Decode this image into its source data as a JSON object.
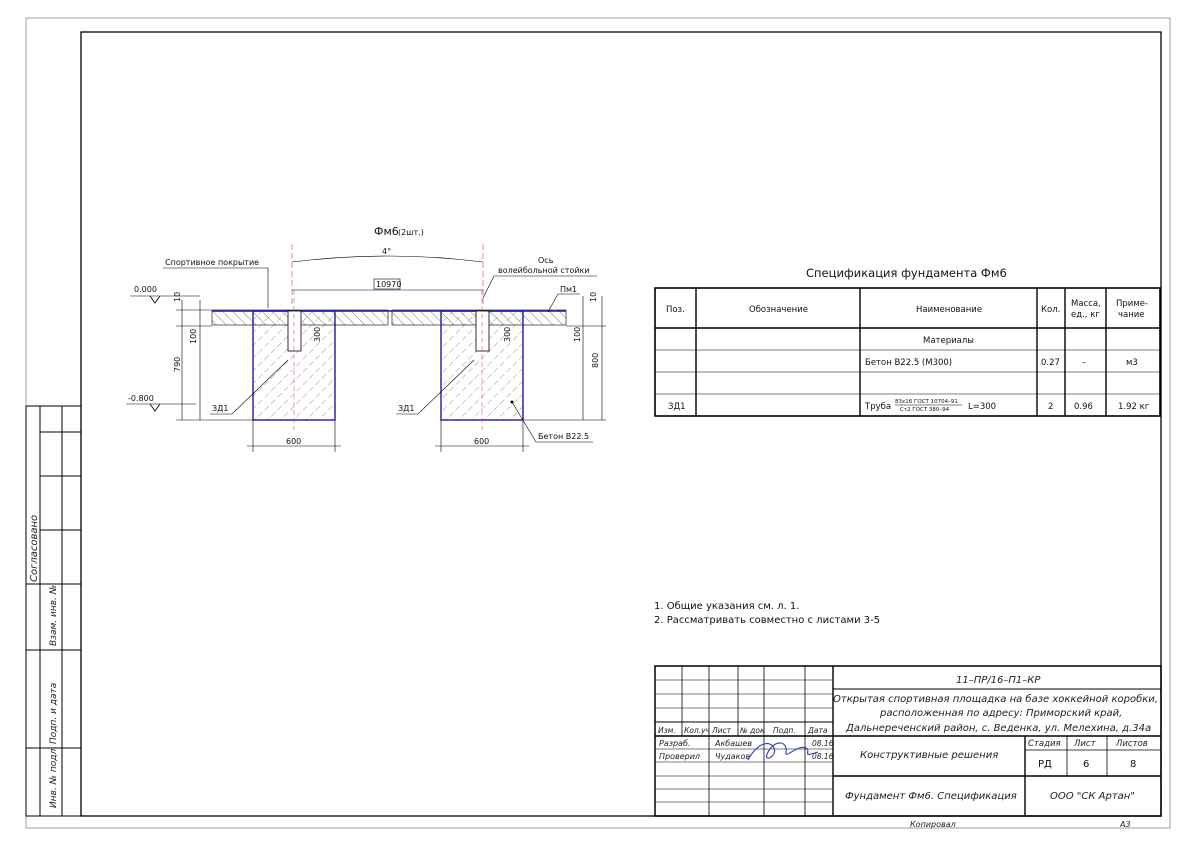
{
  "drawing": {
    "title": "Фм6",
    "title_suffix": "(2шт.)",
    "angle": "4°",
    "span": "10970",
    "label_surface": "Спортивное покрытие",
    "label_axis_1": "Ось",
    "label_axis_2": "волейбольной стойки",
    "label_pm": "Пм1",
    "label_zd_left": "ЗД1",
    "label_zd_right": "ЗД1",
    "label_concrete": "Бетон B22.5",
    "level_top": "0.000",
    "level_bottom": "-0.800",
    "dim_10_left": "10",
    "dim_100_left": "100",
    "dim_790": "790",
    "dim_300_left": "300",
    "dim_300_right": "300",
    "dim_100_right": "100",
    "dim_10_right": "10",
    "dim_800": "800",
    "dim_600_left": "600",
    "dim_600_right": "600"
  },
  "spec": {
    "title": "Спецификация фундамента Фм6",
    "headers": [
      "Поз.",
      "Обозначение",
      "Наименование",
      "Кол.",
      "Масса, ед., кг",
      "Приме- чание"
    ],
    "header_mass_1": "Масса,",
    "header_mass_2": "ед., кг",
    "header_note_1": "Приме-",
    "header_note_2": "чание",
    "section": "Материалы",
    "row_concrete": {
      "pos": "",
      "designation": "",
      "name": "Бетон B22.5 (М300)",
      "qty": "0.27",
      "mass": "–",
      "note": "м3"
    },
    "row_pipe": {
      "pos": "ЗД1",
      "designation": "",
      "name_prefix": "Труба",
      "frac_top": "83х16 ГОСТ 10704–91",
      "frac_bottom": "Ст2 ГОСТ 380–94",
      "name_suffix": "L=300",
      "qty": "2",
      "mass": "0.96",
      "note": "1.92 кг"
    }
  },
  "notes": [
    "1. Общие указания см. л. 1.",
    "2. Рассматривать совместно с листами 3-5"
  ],
  "side_stamp": {
    "agreed": "Согласовано",
    "vzam": "Взам. инв. №",
    "podp": "Подп. и дата",
    "inv": "Инв. № подл."
  },
  "title_block": {
    "code": "11–ПР/16–П1–КР",
    "object_1": "Открытая спортивная площадка на базе хоккейной коробки,",
    "object_2": "расположенная по адресу: Приморский край,",
    "object_3": "Дальнереченский район, с. Веденка, ул. Мелехина, д.34а",
    "col_izm": "Изм.",
    "col_kol": "Кол.уч",
    "col_list": "Лист",
    "col_ndok": "№ док",
    "col_podp": "Подп.",
    "col_data": "Дата",
    "razrab": "Разраб.",
    "razrab_name": "Акбашев",
    "razrab_date": "08.16",
    "proveril": "Проверил",
    "proveril_name": "Чудаков",
    "proveril_date": "08.16",
    "section_name": "Конструктивные решения",
    "stadia_h": "Стадия",
    "list_h": "Лист",
    "listov_h": "Листов",
    "stadia": "РД",
    "list": "6",
    "listov": "8",
    "sheet_name": "Фундамент Фм6. Спецификация",
    "company": "ООО \"СК Артан\"",
    "copied": "Копировал",
    "format": "А3"
  },
  "colors": {
    "outline": "#1a1aa6",
    "red": "#d04040",
    "ink": "#111111"
  }
}
